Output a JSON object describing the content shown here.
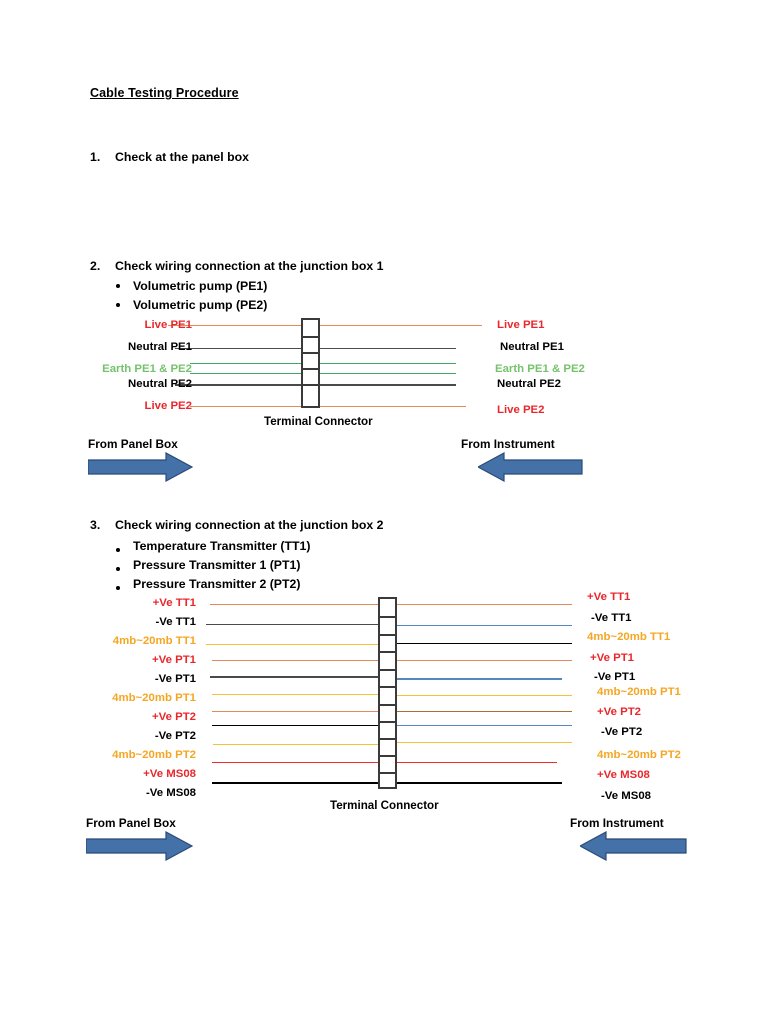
{
  "document": {
    "title": "Cable Testing Procedure"
  },
  "steps": [
    {
      "number": "1.",
      "text": "Check at the panel box",
      "bullets": []
    },
    {
      "number": "2.",
      "text": "Check wiring connection at the junction box 1",
      "bullets": [
        "Volumetric pump (PE1)",
        "Volumetric pump (PE2)"
      ]
    },
    {
      "number": "3.",
      "text": "Check wiring connection at the junction box 2",
      "bullets": [
        "Temperature Transmitter (TT1)",
        "Pressure Transmitter 1 (PT1)",
        "Pressure Transmitter 2 (PT2)"
      ]
    }
  ],
  "colors": {
    "red_label": "#e8282c",
    "black_label": "#000000",
    "green_label": "#74c36b",
    "orange_label": "#f5a623",
    "wire_salmon": "#e08b5a",
    "wire_gray": "#4a4a4a",
    "wire_green": "#3fa86a",
    "wire_gold": "#f2c336",
    "wire_blue": "#5588c0",
    "wire_black": "#000000",
    "wire_red": "#ee2b2b",
    "wire_brown": "#a5703a",
    "arrow_fill": "#4472a8",
    "arrow_stroke": "#2a4a78",
    "connector_stroke": "#3a3a3a"
  },
  "diagram1": {
    "caption": "Terminal Connector",
    "left_arrow_label": "From Panel Box",
    "right_arrow_label": "From Instrument",
    "left_labels": [
      {
        "text": "Live PE1",
        "color": "#e8282c"
      },
      {
        "text": "Neutral PE1",
        "color": "#000000"
      },
      {
        "text": "Earth PE1 & PE2",
        "color": "#74c36b"
      },
      {
        "text": "Neutral PE2",
        "color": "#000000"
      },
      {
        "text": "Live PE2",
        "color": "#e8282c"
      }
    ],
    "right_labels": [
      {
        "text": "Live PE1",
        "color": "#e8282c"
      },
      {
        "text": "Neutral PE1",
        "color": "#000000"
      },
      {
        "text": "Earth PE1 & PE2",
        "color": "#74c36b"
      },
      {
        "text": "Neutral PE2",
        "color": "#000000"
      },
      {
        "text": "Live PE2",
        "color": "#e8282c"
      }
    ]
  },
  "diagram2": {
    "caption": "Terminal Connector",
    "left_arrow_label": "From Panel Box",
    "right_arrow_label": "From Instrument",
    "left_labels": [
      {
        "text": "+Ve TT1",
        "color": "#e8282c"
      },
      {
        "text": "-Ve TT1",
        "color": "#000000"
      },
      {
        "text": "4mb~20mb TT1",
        "color": "#f5a623"
      },
      {
        "text": "+Ve PT1",
        "color": "#e8282c"
      },
      {
        "text": "-Ve PT1",
        "color": "#000000"
      },
      {
        "text": "4mb~20mb PT1",
        "color": "#f5a623"
      },
      {
        "text": "+Ve PT2",
        "color": "#e8282c"
      },
      {
        "text": "-Ve PT2",
        "color": "#000000"
      },
      {
        "text": "4mb~20mb PT2",
        "color": "#f5a623"
      },
      {
        "text": "+Ve MS08",
        "color": "#e8282c"
      },
      {
        "text": "-Ve MS08",
        "color": "#000000"
      }
    ],
    "right_labels": [
      {
        "text": "+Ve TT1",
        "color": "#e8282c"
      },
      {
        "text": "-Ve TT1",
        "color": "#000000"
      },
      {
        "text": "4mb~20mb TT1",
        "color": "#f5a623"
      },
      {
        "text": "+Ve PT1",
        "color": "#e8282c"
      },
      {
        "text": "-Ve PT1",
        "color": "#000000"
      },
      {
        "text": "4mb~20mb PT1",
        "color": "#f5a623"
      },
      {
        "text": "+Ve PT2",
        "color": "#e8282c"
      },
      {
        "text": "-Ve PT2",
        "color": "#000000"
      },
      {
        "text": "4mb~20mb PT2",
        "color": "#f5a623"
      },
      {
        "text": "+Ve MS08",
        "color": "#e8282c"
      },
      {
        "text": "-Ve MS08",
        "color": "#000000"
      }
    ]
  }
}
